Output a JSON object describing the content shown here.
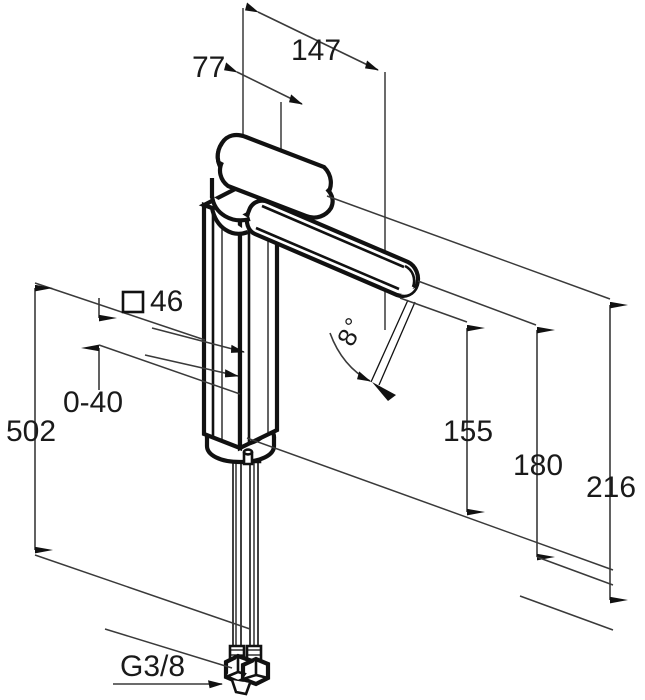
{
  "drawing": {
    "type": "technical-dimension-drawing",
    "subject": "single-lever basin mixer tap",
    "projection": "isometric line drawing",
    "units": "mm",
    "background_color": "#ffffff",
    "line_color": "#111111",
    "dimension_color": "#3a3a3a",
    "text_color": "#1a1a1a"
  },
  "dimensions": {
    "spout_projection_77": {
      "label": "77",
      "value": 77,
      "orientation": "horizontal",
      "position": "top-left",
      "description": "handle axis to inner reference"
    },
    "total_reach_147": {
      "label": "147",
      "value": 147,
      "orientation": "horizontal",
      "position": "top",
      "description": "overall spout reach"
    },
    "body_section_46": {
      "label": "□ 46",
      "symbol": "□",
      "number": "46",
      "value": 46,
      "orientation": "leader",
      "position": "left",
      "description": "square body cross-section 46 x 46"
    },
    "deck_thickness_0_40": {
      "label": "0-40",
      "value_min": 0,
      "value_max": 40,
      "orientation": "vertical",
      "position": "left",
      "description": "mounting deck thickness range"
    },
    "total_length_502": {
      "label": "502",
      "value": 502,
      "orientation": "vertical",
      "position": "far-left",
      "description": "overall length including hoses"
    },
    "stream_angle_8": {
      "label": "8",
      "degree_symbol": "°",
      "value": 8,
      "orientation": "angular",
      "position": "center-right",
      "description": "water stream outlet angle"
    },
    "spout_height_155": {
      "label": "155",
      "value": 155,
      "orientation": "vertical",
      "position": "right",
      "description": "height to spout outlet"
    },
    "body_height_180": {
      "label": "180",
      "value": 180,
      "orientation": "vertical",
      "position": "right",
      "description": "height to top of spout"
    },
    "overall_height_216": {
      "label": "216",
      "value": 216,
      "orientation": "vertical",
      "position": "far-right",
      "description": "overall height to top of lever"
    },
    "connection_thread": {
      "label": "G3/8",
      "value": "G3/8",
      "orientation": "leader",
      "position": "bottom-left",
      "description": "supply hose connection thread size"
    }
  },
  "components": [
    {
      "name": "lever-handle",
      "description": "rounded rectangular lever handle, isometric top"
    },
    {
      "name": "faucet-body",
      "description": "tall square-section column body"
    },
    {
      "name": "spout",
      "description": "rounded rectangular horizontal spout"
    },
    {
      "name": "base-escutcheon",
      "description": "circular mounting base washer"
    },
    {
      "name": "supply-hose-left",
      "description": "flexible supply hose"
    },
    {
      "name": "supply-hose-right",
      "description": "flexible supply hose"
    },
    {
      "name": "hex-connector",
      "description": "hexagonal threaded connector nut"
    }
  ]
}
